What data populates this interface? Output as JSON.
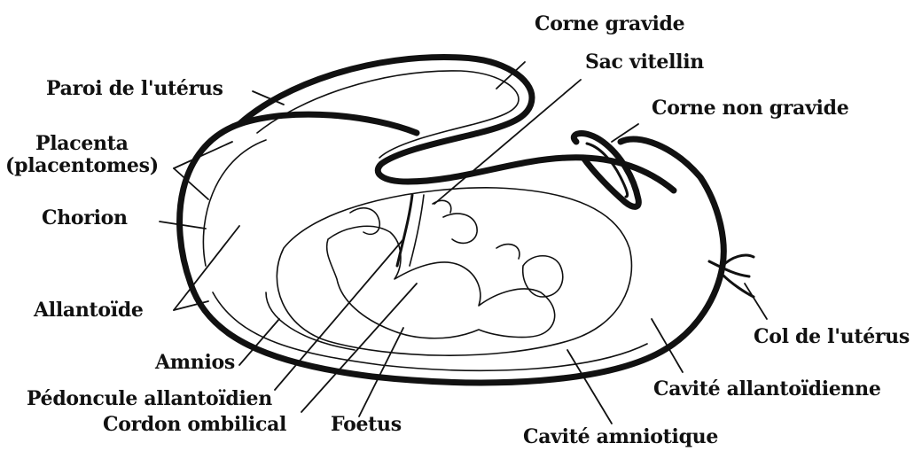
{
  "labels": {
    "corne_gravide": "Corne gravide",
    "sac_vitellin": "Sac vitellin",
    "paroi_uterus": "Paroi de l'utérus",
    "corne_non_gravide": "Corne non gravide",
    "placenta_1": "Placenta",
    "placenta_2": "(placentomes)",
    "chorion": "Chorion",
    "allantoide": "Allantoïde",
    "col_uterus": "Col de l'utérus",
    "amnios": "Amnios",
    "cavite_allantoidienne": "Cavité allantoïdienne",
    "pedoncule_allantoidien": "Pédoncule allantoïdien",
    "cordon_ombilical": "Cordon ombilical",
    "foetus": "Foetus",
    "cavite_amniotique": "Cavité amniotique"
  }
}
